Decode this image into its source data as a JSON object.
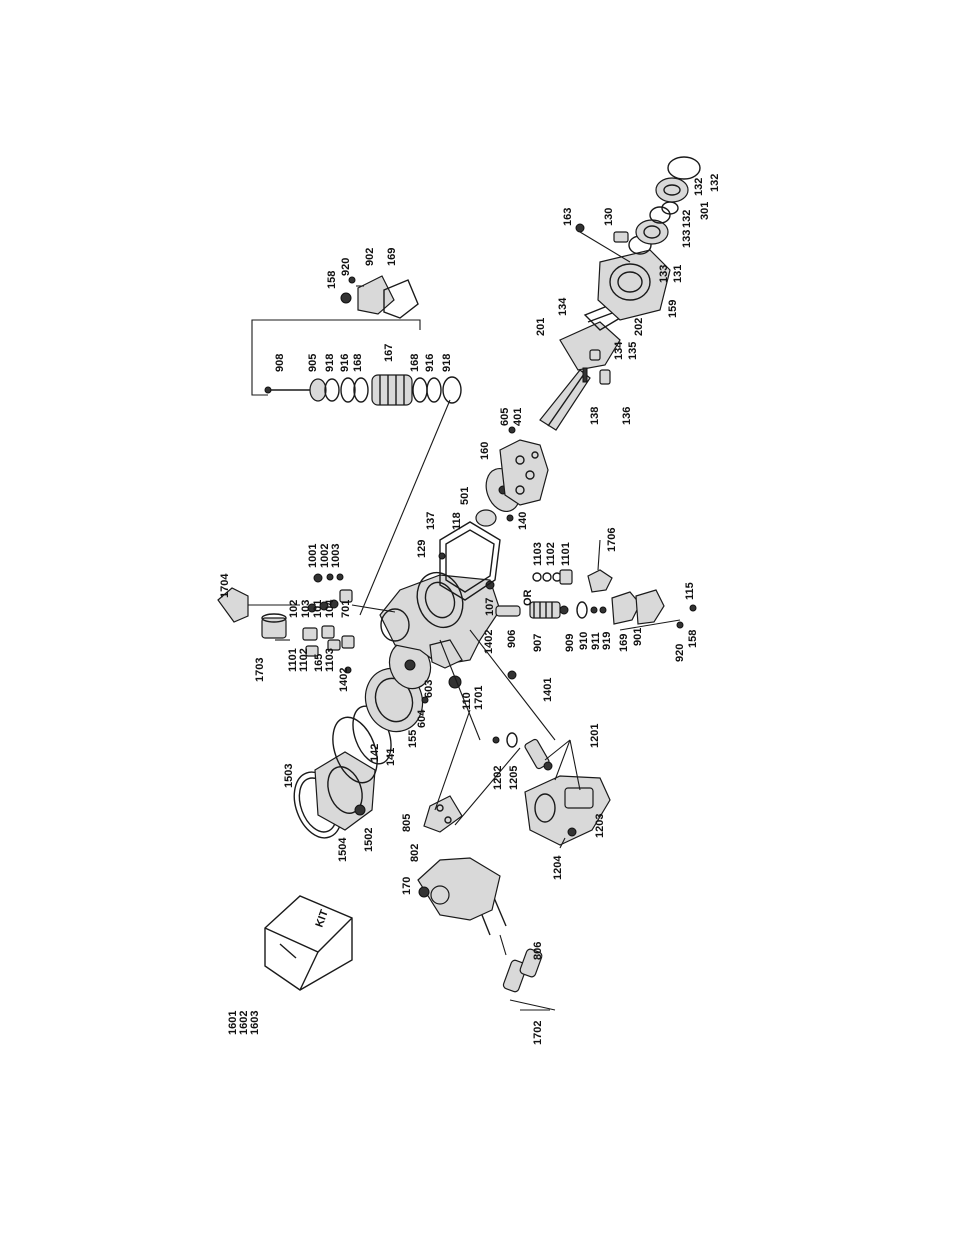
{
  "diagram": {
    "kit_box_text": "KIT",
    "or_text": "OR",
    "labels": [
      {
        "id": "l1601",
        "text": "1601"
      },
      {
        "id": "l1602",
        "text": "1602"
      },
      {
        "id": "l1603",
        "text": "1603"
      },
      {
        "id": "l1702",
        "text": "1702"
      },
      {
        "id": "l806",
        "text": "806"
      },
      {
        "id": "l170",
        "text": "170"
      },
      {
        "id": "l802",
        "text": "802"
      },
      {
        "id": "l805",
        "text": "805"
      },
      {
        "id": "l1504",
        "text": "1504"
      },
      {
        "id": "l1502",
        "text": "1502"
      },
      {
        "id": "l1503",
        "text": "1503"
      },
      {
        "id": "l142",
        "text": "142"
      },
      {
        "id": "l141",
        "text": "141"
      },
      {
        "id": "l155",
        "text": "155"
      },
      {
        "id": "l604",
        "text": "604"
      },
      {
        "id": "l603",
        "text": "603"
      },
      {
        "id": "l1402a",
        "text": "1402"
      },
      {
        "id": "l1703",
        "text": "1703"
      },
      {
        "id": "l1704",
        "text": "1704"
      },
      {
        "id": "l1101a",
        "text": "1101"
      },
      {
        "id": "l1102a",
        "text": "1102"
      },
      {
        "id": "l165",
        "text": "165"
      },
      {
        "id": "l1103a",
        "text": "1103"
      },
      {
        "id": "l102",
        "text": "102"
      },
      {
        "id": "l103",
        "text": "103"
      },
      {
        "id": "l101",
        "text": "101"
      },
      {
        "id": "l104",
        "text": "104"
      },
      {
        "id": "l701",
        "text": "701"
      },
      {
        "id": "l1001",
        "text": "1001"
      },
      {
        "id": "l1002",
        "text": "1002"
      },
      {
        "id": "l1003",
        "text": "1003"
      },
      {
        "id": "l110",
        "text": "110"
      },
      {
        "id": "l1701",
        "text": "1701"
      },
      {
        "id": "l1401",
        "text": "1401"
      },
      {
        "id": "l1402b",
        "text": "1402"
      },
      {
        "id": "l1202",
        "text": "1202"
      },
      {
        "id": "l1205",
        "text": "1205"
      },
      {
        "id": "l1201",
        "text": "1201"
      },
      {
        "id": "l1204",
        "text": "1204"
      },
      {
        "id": "l1203",
        "text": "1203"
      },
      {
        "id": "l906",
        "text": "906"
      },
      {
        "id": "l907",
        "text": "907"
      },
      {
        "id": "l909",
        "text": "909"
      },
      {
        "id": "l910",
        "text": "910"
      },
      {
        "id": "l911",
        "text": "911"
      },
      {
        "id": "l919",
        "text": "919"
      },
      {
        "id": "l169b",
        "text": "169"
      },
      {
        "id": "l901",
        "text": "901"
      },
      {
        "id": "l920b",
        "text": "920"
      },
      {
        "id": "l158b",
        "text": "158"
      },
      {
        "id": "l115",
        "text": "115"
      },
      {
        "id": "l107",
        "text": "107"
      },
      {
        "id": "l1103b",
        "text": "1103"
      },
      {
        "id": "l1102b",
        "text": "1102"
      },
      {
        "id": "l1101b",
        "text": "1101"
      },
      {
        "id": "l1706",
        "text": "1706"
      },
      {
        "id": "l129",
        "text": "129"
      },
      {
        "id": "l137",
        "text": "137"
      },
      {
        "id": "l118",
        "text": "118"
      },
      {
        "id": "l140",
        "text": "140"
      },
      {
        "id": "l501",
        "text": "501"
      },
      {
        "id": "l160",
        "text": "160"
      },
      {
        "id": "l605",
        "text": "605"
      },
      {
        "id": "l401",
        "text": "401"
      },
      {
        "id": "l138",
        "text": "138"
      },
      {
        "id": "l136",
        "text": "136"
      },
      {
        "id": "l201",
        "text": "201"
      },
      {
        "id": "l134a",
        "text": "134"
      },
      {
        "id": "l134b",
        "text": "134"
      },
      {
        "id": "l135",
        "text": "135"
      },
      {
        "id": "l202",
        "text": "202"
      },
      {
        "id": "l159",
        "text": "159"
      },
      {
        "id": "l163",
        "text": "163"
      },
      {
        "id": "l130",
        "text": "130"
      },
      {
        "id": "l133a",
        "text": "133"
      },
      {
        "id": "l131",
        "text": "131"
      },
      {
        "id": "l133b",
        "text": "133"
      },
      {
        "id": "l132a",
        "text": "132"
      },
      {
        "id": "l301",
        "text": "301"
      },
      {
        "id": "l132b",
        "text": "132"
      },
      {
        "id": "l132c",
        "text": "132"
      },
      {
        "id": "l908",
        "text": "908"
      },
      {
        "id": "l905",
        "text": "905"
      },
      {
        "id": "l918a",
        "text": "918"
      },
      {
        "id": "l916a",
        "text": "916"
      },
      {
        "id": "l168a",
        "text": "168"
      },
      {
        "id": "l167",
        "text": "167"
      },
      {
        "id": "l168b",
        "text": "168"
      },
      {
        "id": "l916b",
        "text": "916"
      },
      {
        "id": "l918b",
        "text": "918"
      },
      {
        "id": "l158a",
        "text": "158"
      },
      {
        "id": "l920a",
        "text": "920"
      },
      {
        "id": "l902",
        "text": "902"
      },
      {
        "id": "l169a",
        "text": "169"
      }
    ]
  }
}
